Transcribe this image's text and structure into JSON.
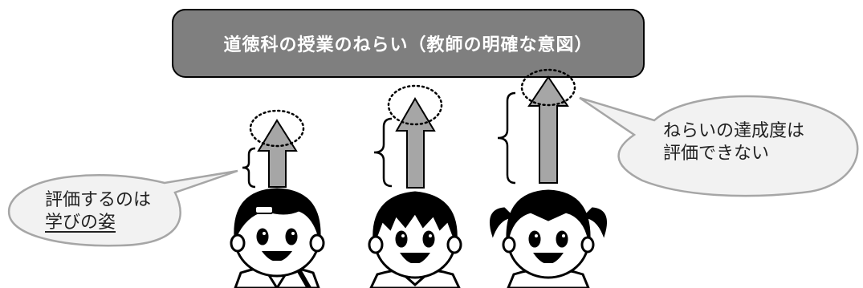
{
  "banner": {
    "title": "道徳科の授業のねらい（教師の明確な意図）",
    "fill": "#7f7f7f"
  },
  "left_bubble": {
    "line1": "評価するのは",
    "line2": "学びの姿"
  },
  "right_bubble": {
    "line1": "ねらいの達成度は",
    "line2": "評価できない"
  },
  "students": [
    {
      "name": "student-left-icon",
      "hair": "short-with-clip"
    },
    {
      "name": "student-center-icon",
      "hair": "spiky"
    },
    {
      "name": "student-right-icon",
      "hair": "pigtails"
    }
  ],
  "colors": {
    "arrow_fill": "#a6a6a6",
    "bubble_fill": "#f2f2f2",
    "bubble_stroke": "#a6a6a6",
    "outline": "#000000"
  }
}
